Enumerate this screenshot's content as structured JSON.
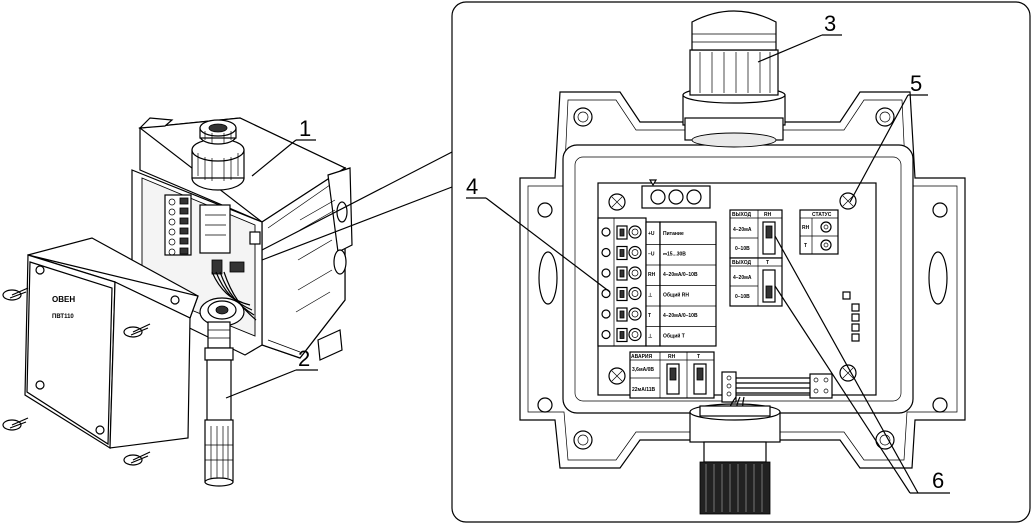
{
  "callouts": {
    "c1": "1",
    "c2": "2",
    "c3": "3",
    "c4": "4",
    "c5": "5",
    "c6": "6"
  },
  "lid": {
    "logo": "ОВЕН",
    "model": "ПВТ110"
  },
  "terminal": {
    "rows": [
      {
        "sym": "+U",
        "text": "Питание"
      },
      {
        "sym": "−U",
        "text": "⎓15...30В"
      },
      {
        "sym": "RH",
        "text": "4–20мА/0–10В"
      },
      {
        "sym": "⊥",
        "text": "Общий RH"
      },
      {
        "sym": "T",
        "text": "4–20мА/0–10В"
      },
      {
        "sym": "⊥",
        "text": "Общий T"
      }
    ]
  },
  "out_rh": {
    "title": "ВЫХОД",
    "ch": "RH",
    "opt1": "4–20мА",
    "opt2": "0–10В"
  },
  "out_t": {
    "title": "ВЫХОД",
    "ch": "T",
    "opt1": "4–20мА",
    "opt2": "0–10В"
  },
  "status": {
    "title": "СТАТУС",
    "rh": "RH",
    "t": "T"
  },
  "alarm": {
    "title": "АВАРИЯ",
    "rh": "RH",
    "t": "T",
    "v1": "3,6мА/0В",
    "v2": "22мА/11В"
  }
}
